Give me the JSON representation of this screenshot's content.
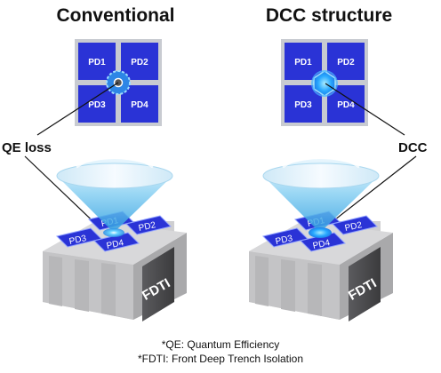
{
  "diagram": {
    "left": {
      "title": "Conventional",
      "callout": "QE loss",
      "pixel_grid": [
        "PD1",
        "PD2",
        "PD3",
        "PD4"
      ],
      "base_label": "FDTI",
      "grid_labels_3d": [
        "PD1",
        "PD2",
        "PD3",
        "PD4"
      ]
    },
    "right": {
      "title": "DCC structure",
      "callout": "DCC",
      "pixel_grid": [
        "PD1",
        "PD2",
        "PD3",
        "PD4"
      ],
      "base_label": "FDTI",
      "grid_labels_3d": [
        "PD1",
        "PD2",
        "PD3",
        "PD4"
      ]
    },
    "footnotes": [
      "*QE: Quantum Efficiency",
      "*FDTI: Front Deep Trench Isolation"
    ]
  },
  "colors": {
    "pd_blue": "#2a33d6",
    "grid_gray": "#c8cbd1",
    "lens_blue": "#6fc4ec",
    "spot_cyan": "#38a8ff",
    "fdti_dark": "#4a4a4c",
    "block_gray": "#bdbdbd"
  }
}
